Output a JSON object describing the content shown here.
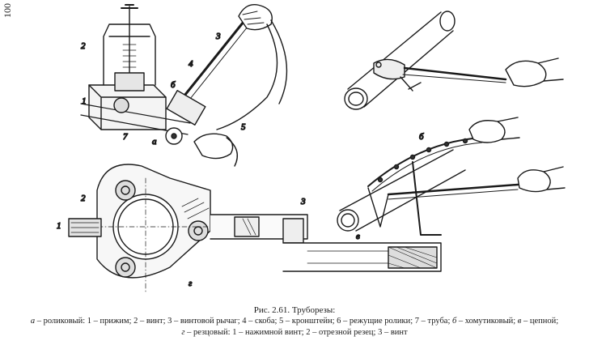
{
  "page_number": "100",
  "labels": {
    "fig_a": "а",
    "fig_b": "б",
    "fig_v": "в",
    "fig_g": "г",
    "n1": "1",
    "n2": "2",
    "n3": "3",
    "n4": "4",
    "n5": "5",
    "n6": "б",
    "n7": "7",
    "g1": "1",
    "g2": "2",
    "g3": "3"
  },
  "caption": {
    "title": "Рис. 2.61. Труборезы:",
    "line1_a_key": "а",
    "line1_a_text": " – роликовый: ",
    "line1_rest": "1 – прижим; 2 – винт; 3 – винтовой рычаг; 4 – скоба; 5 – кронштейн; 6 – режущие ролики; 7 – труба; ",
    "line1_b_key": "б",
    "line1_b_text": " – хомутиковый; ",
    "line1_v_key": "в",
    "line1_v_text": " – цепной;",
    "line2_g_key": "г",
    "line2_g_text": " – резцовый: 1 – нажимной винт; 2 – отрезной резец; 3 – винт"
  }
}
